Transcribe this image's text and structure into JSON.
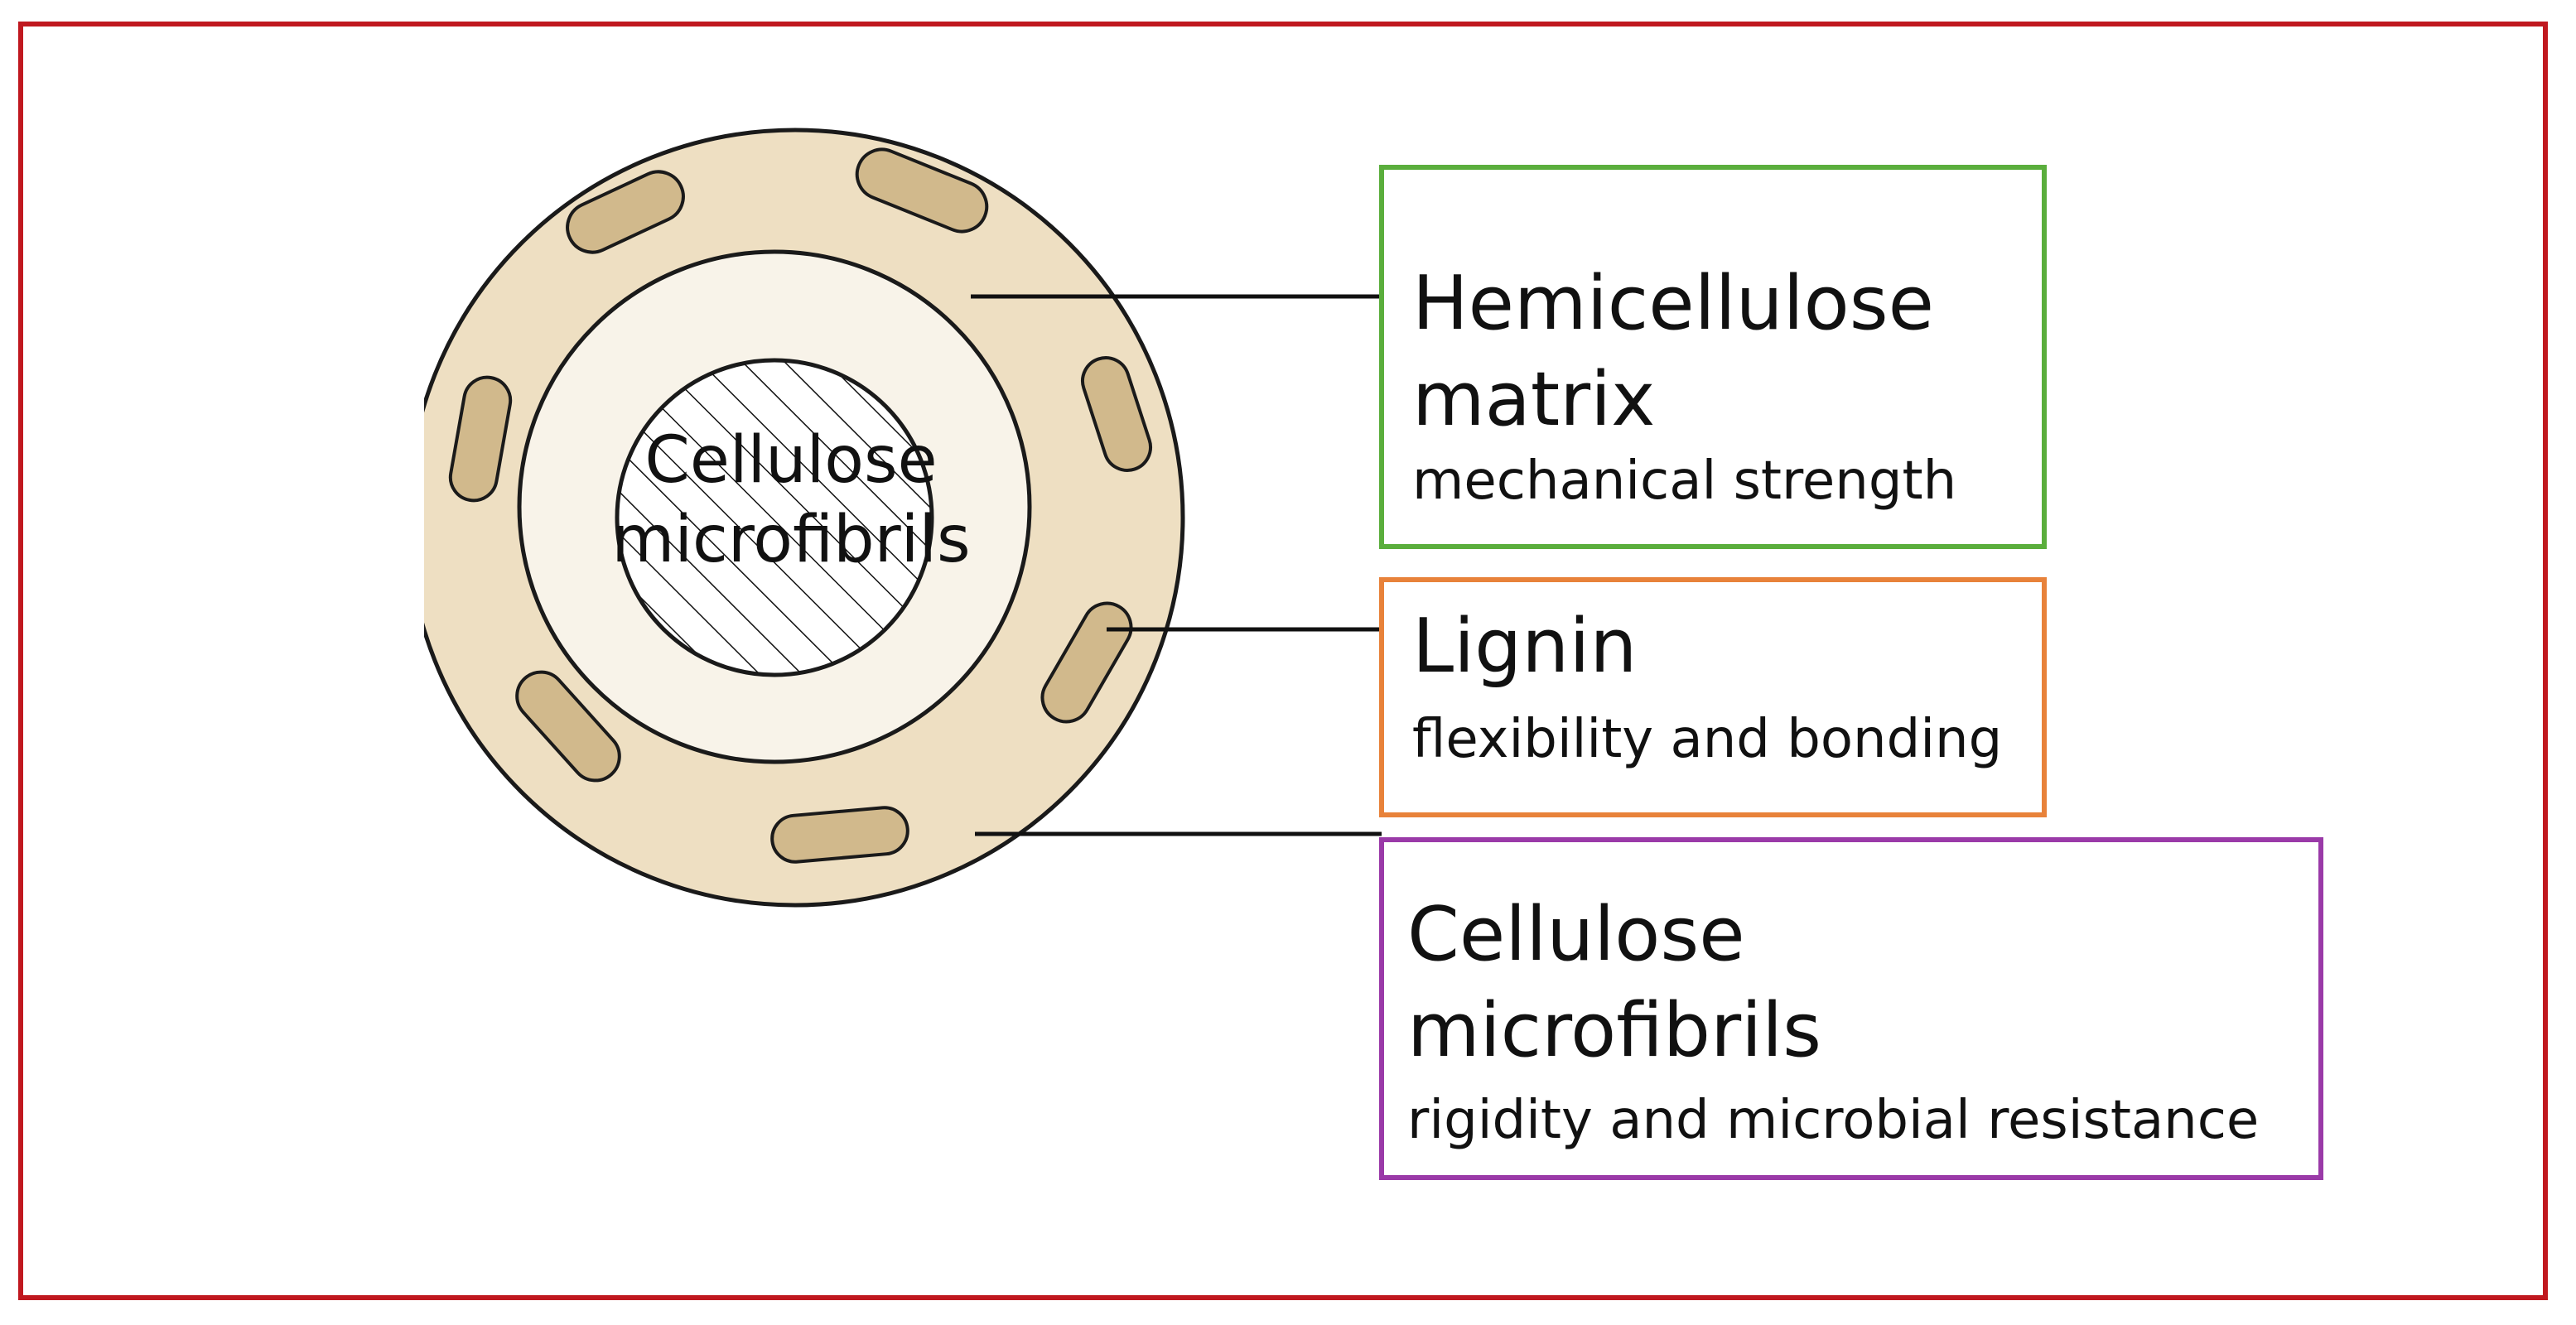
{
  "diagram": {
    "center_label": [
      "Cellulose",
      "microfibrils"
    ],
    "labels": [
      {
        "id": "hemicellulose",
        "title": [
          "Hemicellulose",
          "matrix"
        ],
        "description": "mechanical strength",
        "border_color": "#5aae3c"
      },
      {
        "id": "lignin",
        "title": [
          "Lignin"
        ],
        "description": "flexibility and bonding",
        "border_color": "#e8823a"
      },
      {
        "id": "cellulose",
        "title": [
          "Cellulose",
          "microfibrils"
        ],
        "description": "rigidity and microbial resistance",
        "border_color": "#9a3aa8"
      }
    ],
    "colors": {
      "frame": "#c0181f",
      "outer_ring": "#eedfc2",
      "inner_ring": "#f8f3e9",
      "granules": "#d1b98c",
      "core_hatch": "#111111"
    }
  }
}
